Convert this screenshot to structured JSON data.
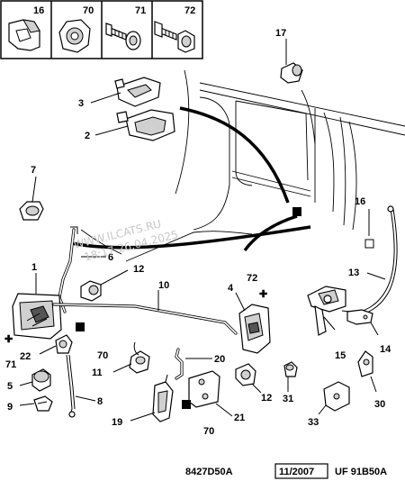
{
  "header_parts": [
    {
      "ref": "16",
      "icon": "clip-icon"
    },
    {
      "ref": "70",
      "icon": "nut-icon"
    },
    {
      "ref": "71",
      "icon": "screw-with-washer-icon"
    },
    {
      "ref": "72",
      "icon": "screw-with-washer-icon"
    }
  ],
  "callouts": {
    "c1": "1",
    "c2": "2",
    "c3": "3",
    "c4": "4",
    "c5": "5",
    "c6": "6",
    "c7": "7",
    "c8": "8",
    "c9": "9",
    "c10": "10",
    "c11": "11",
    "c12a": "12",
    "c12b": "12",
    "c13": "13",
    "c14": "14",
    "c15": "15",
    "c16": "16",
    "c17": "17",
    "c19": "19",
    "c20": "20",
    "c21": "21",
    "c22": "22",
    "c30": "30",
    "c31": "31",
    "c33": "33",
    "c70a": "70",
    "c70b": "70",
    "c71": "71",
    "c72": "72"
  },
  "watermark": {
    "line1": "WWW.ILCATS.RU",
    "line2": "18:17 26.04.2025"
  },
  "footer": {
    "ref_code": "8427D50A",
    "date": "11/2007",
    "model_code": "UF 91B50A"
  }
}
